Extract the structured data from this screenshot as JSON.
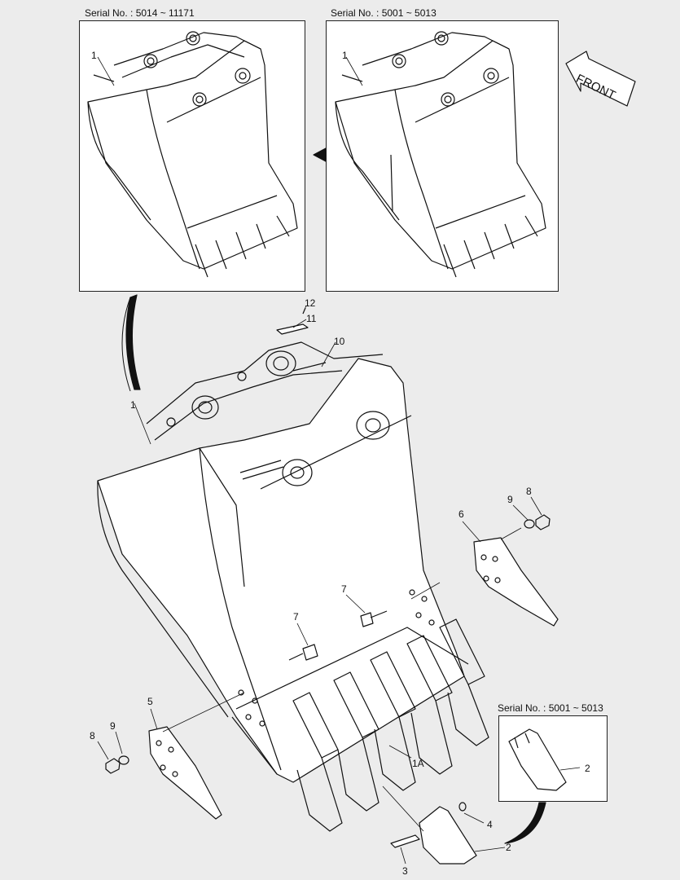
{
  "top_left": {
    "serial": "Serial No. : 5014 ~ 11171",
    "callout": "1"
  },
  "top_right": {
    "serial": "Serial No. : 5001 ~ 5013",
    "callout": "1"
  },
  "front_label": "FRONT",
  "inset": {
    "serial": "Serial No. : 5001 ~ 5013",
    "callout": "2"
  },
  "callouts": {
    "c1": "1",
    "c1a": "1A",
    "c2": "2",
    "c3": "3",
    "c4": "4",
    "c5": "5",
    "c6": "6",
    "c7a": "7",
    "c7b": "7",
    "c8a": "8",
    "c8b": "8",
    "c9a": "9",
    "c9b": "9",
    "c10": "10",
    "c11": "11",
    "c12": "12"
  }
}
